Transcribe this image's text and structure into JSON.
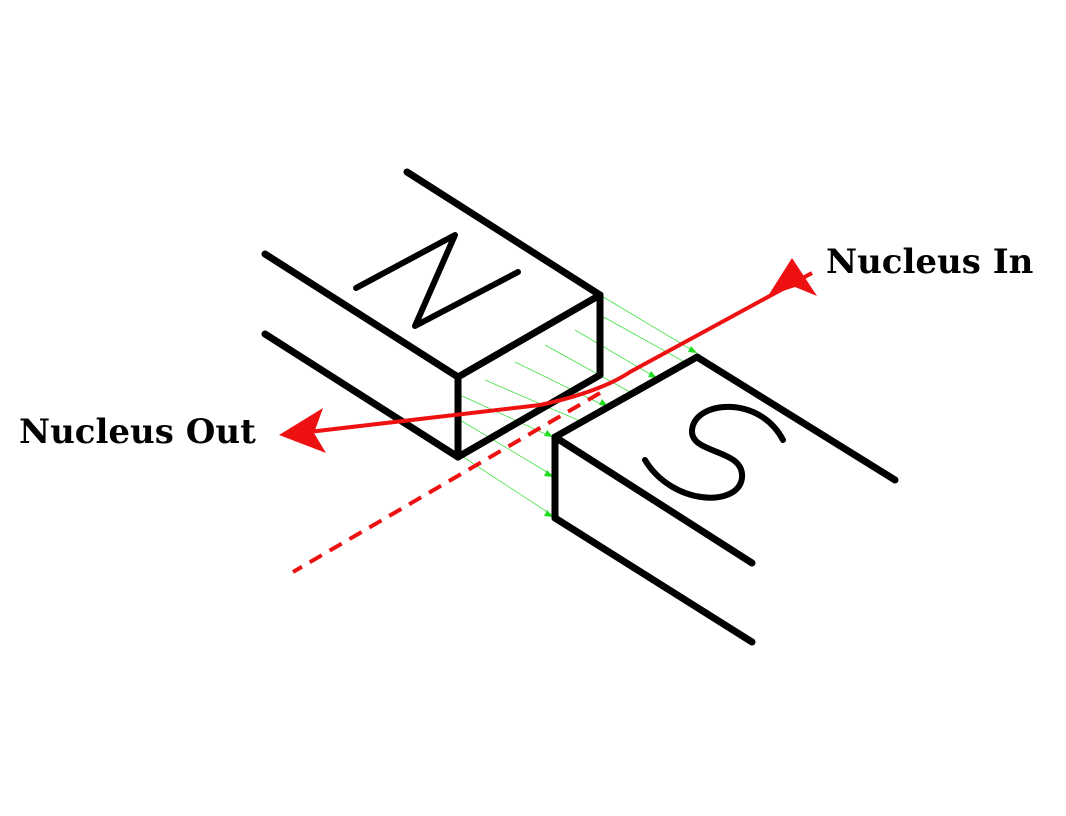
{
  "labels": {
    "nucleus_in": "Nucleus In",
    "nucleus_out": "Nucleus Out"
  },
  "magnets": {
    "north": {
      "letter": "N"
    },
    "south": {
      "letter": "S"
    }
  },
  "colors": {
    "background": "#ffffff",
    "magnet_outline": "#000000",
    "nucleus_path": "#ee1111",
    "field_lines": "#22dd22",
    "label_text": "#000000"
  }
}
